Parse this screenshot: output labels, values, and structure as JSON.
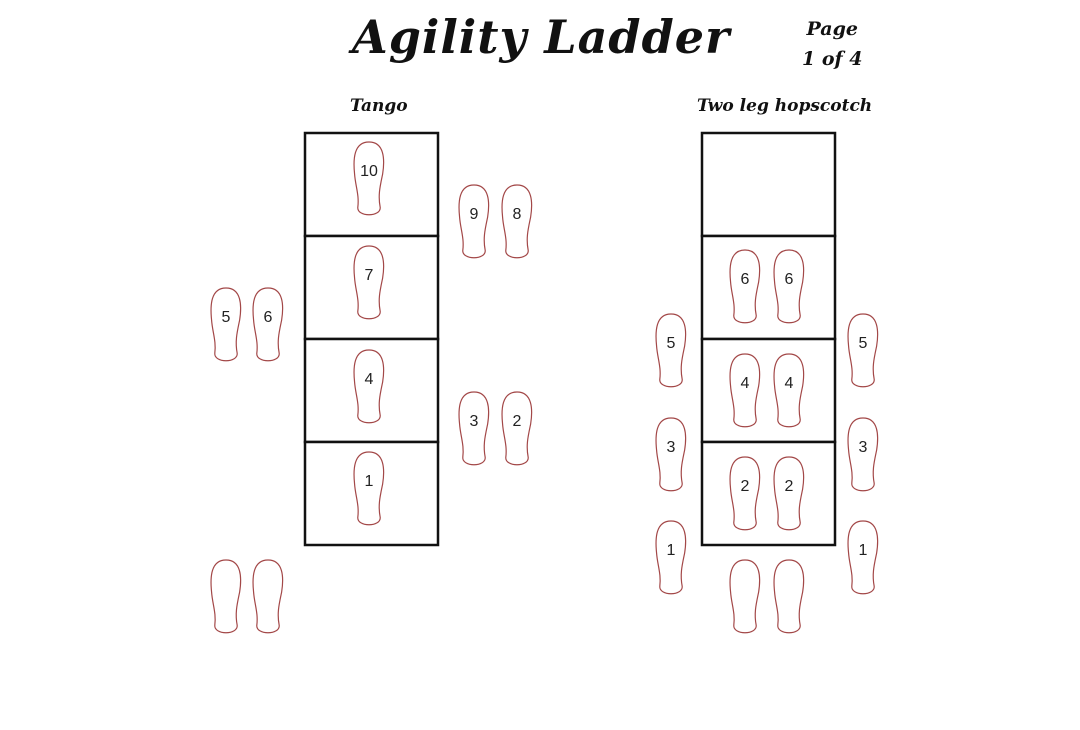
{
  "title": "Agility Ladder",
  "page": {
    "line1": "Page",
    "line2": "1 of 4"
  },
  "colors": {
    "ladder": "#111111",
    "footprint": "#a34848"
  },
  "drills": [
    {
      "name": "Tango",
      "rungs": 4,
      "steps": [
        {
          "label": "10",
          "position": "box-4-center"
        },
        {
          "label": "9",
          "position": "outside-right"
        },
        {
          "label": "8",
          "position": "outside-right"
        },
        {
          "label": "7",
          "position": "box-3-center"
        },
        {
          "label": "5",
          "position": "outside-left"
        },
        {
          "label": "6",
          "position": "outside-left"
        },
        {
          "label": "4",
          "position": "box-2-center"
        },
        {
          "label": "3",
          "position": "outside-right"
        },
        {
          "label": "2",
          "position": "outside-right"
        },
        {
          "label": "1",
          "position": "box-1-center"
        },
        {
          "label": "",
          "position": "start-left"
        },
        {
          "label": "",
          "position": "start-left"
        }
      ]
    },
    {
      "name": "Two leg hopscotch",
      "rungs": 4,
      "steps": [
        {
          "label": "6",
          "position": "box-3-left"
        },
        {
          "label": "6",
          "position": "box-3-right"
        },
        {
          "label": "5",
          "position": "outside-left"
        },
        {
          "label": "5",
          "position": "outside-right"
        },
        {
          "label": "4",
          "position": "box-2-left"
        },
        {
          "label": "4",
          "position": "box-2-right"
        },
        {
          "label": "3",
          "position": "outside-left"
        },
        {
          "label": "3",
          "position": "outside-right"
        },
        {
          "label": "2",
          "position": "box-1-left"
        },
        {
          "label": "2",
          "position": "box-1-right"
        },
        {
          "label": "1",
          "position": "outside-left"
        },
        {
          "label": "1",
          "position": "outside-right"
        },
        {
          "label": "",
          "position": "start-left"
        },
        {
          "label": "",
          "position": "start-right"
        }
      ]
    }
  ]
}
